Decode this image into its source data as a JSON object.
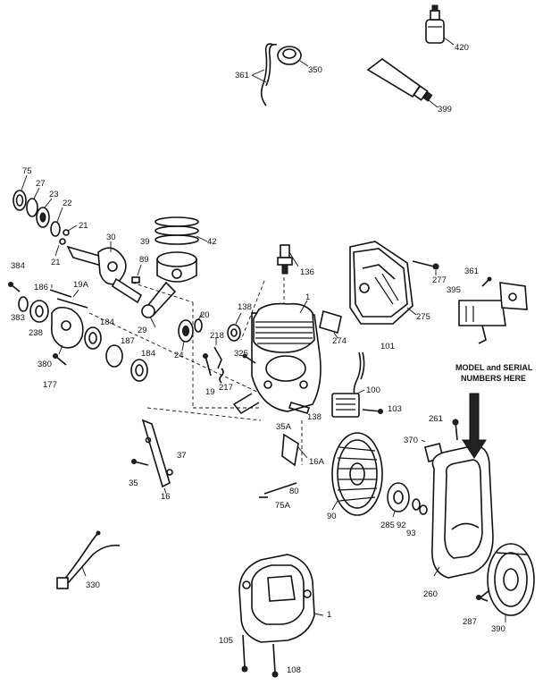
{
  "labels": [
    "420",
    "350",
    "361",
    "399",
    "75",
    "27",
    "23",
    "22",
    "21",
    "21",
    "30",
    "39",
    "42",
    "89",
    "136",
    "1",
    "277",
    "361",
    "395",
    "384",
    "186",
    "19A",
    "383",
    "238",
    "184",
    "187",
    "29",
    "20",
    "24",
    "218",
    "138",
    "274",
    "101",
    "275",
    "380",
    "177",
    "184",
    "325",
    "19",
    "217",
    "100",
    "103",
    "138",
    "35A",
    "261",
    "370",
    "16A",
    "37",
    "35",
    "16",
    "80",
    "75A",
    "90",
    "285",
    "92",
    "93",
    "330",
    "260",
    "287",
    "390",
    "1",
    "105",
    "108"
  ],
  "note": {
    "line1": "MODEL and SERIAL",
    "line2": "NUMBERS HERE"
  }
}
